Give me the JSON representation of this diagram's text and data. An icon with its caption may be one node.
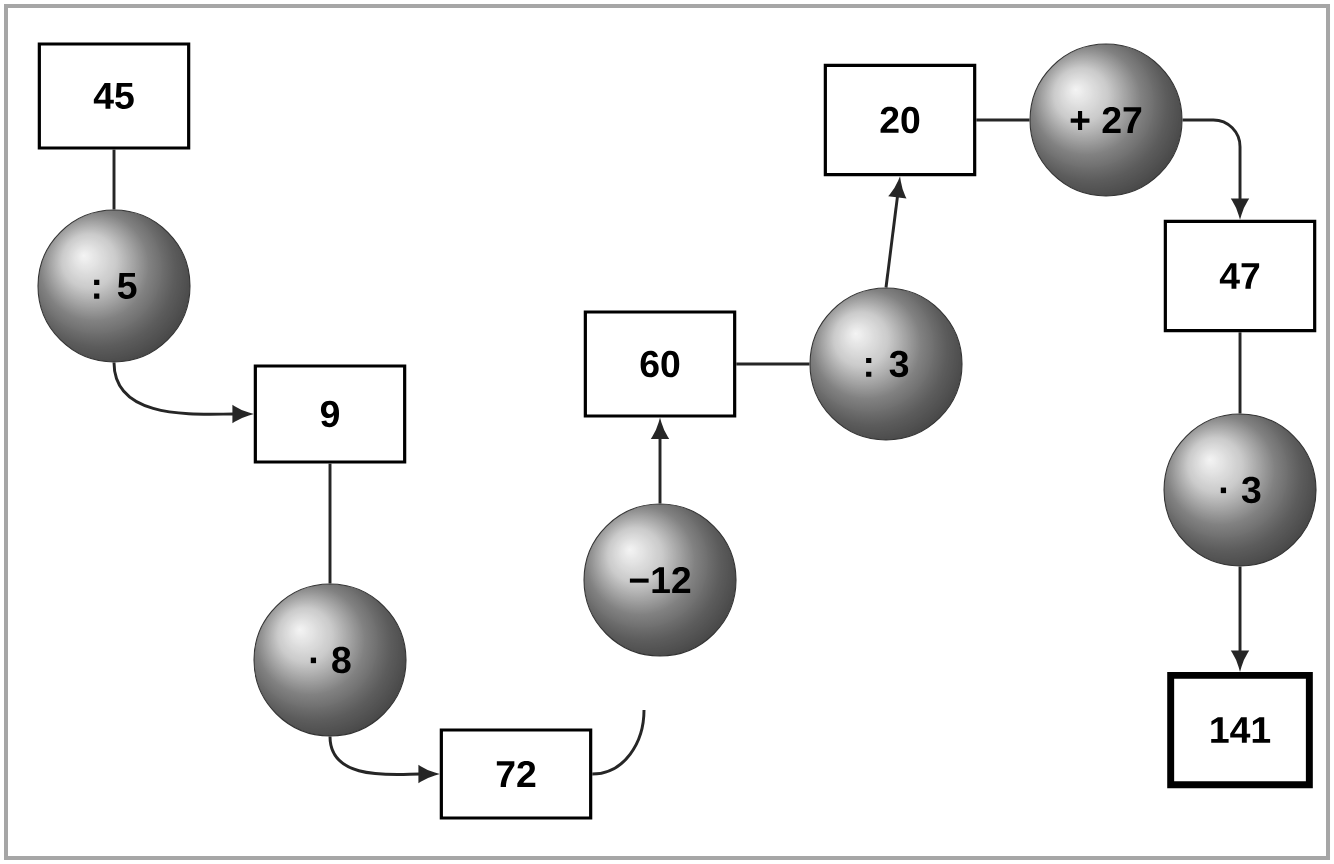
{
  "diagram": {
    "nodes": [
      {
        "text": [
          "45"
        ]
      },
      {
        "text": [
          ": 5"
        ]
      },
      {
        "text": [
          "9"
        ]
      },
      {
        "text": [
          "· 8"
        ]
      },
      {
        "text": [
          "72"
        ]
      },
      {
        "text": [
          "−12"
        ]
      },
      {
        "text": [
          "60"
        ]
      },
      {
        "text": [
          ": 3"
        ]
      },
      {
        "text": [
          "20"
        ]
      },
      {
        "text": [
          "+ 27"
        ]
      },
      {
        "text": [
          "47"
        ]
      },
      {
        "text": [
          "· 3"
        ]
      },
      {
        "text": [
          "141"
        ]
      }
    ],
    "edges": [
      {
        "from": 0,
        "to": 1,
        "arrow": "none"
      },
      {
        "from": 1,
        "to": 2,
        "arrow": "to"
      },
      {
        "from": 2,
        "to": 3,
        "arrow": "none"
      },
      {
        "from": 3,
        "to": 4,
        "arrow": "to"
      },
      {
        "from": 4,
        "to": null,
        "arrow": "none"
      },
      {
        "from": 5,
        "to": 6,
        "arrow": "to"
      },
      {
        "from": 6,
        "to": 7,
        "arrow": "none"
      },
      {
        "from": 7,
        "to": 8,
        "arrow": "to"
      },
      {
        "from": 8,
        "to": 9,
        "arrow": "none"
      },
      {
        "from": 9,
        "to": 10,
        "arrow": "to"
      },
      {
        "from": 10,
        "to": 11,
        "arrow": "none"
      },
      {
        "from": 11,
        "to": 12,
        "arrow": "to"
      }
    ]
  }
}
